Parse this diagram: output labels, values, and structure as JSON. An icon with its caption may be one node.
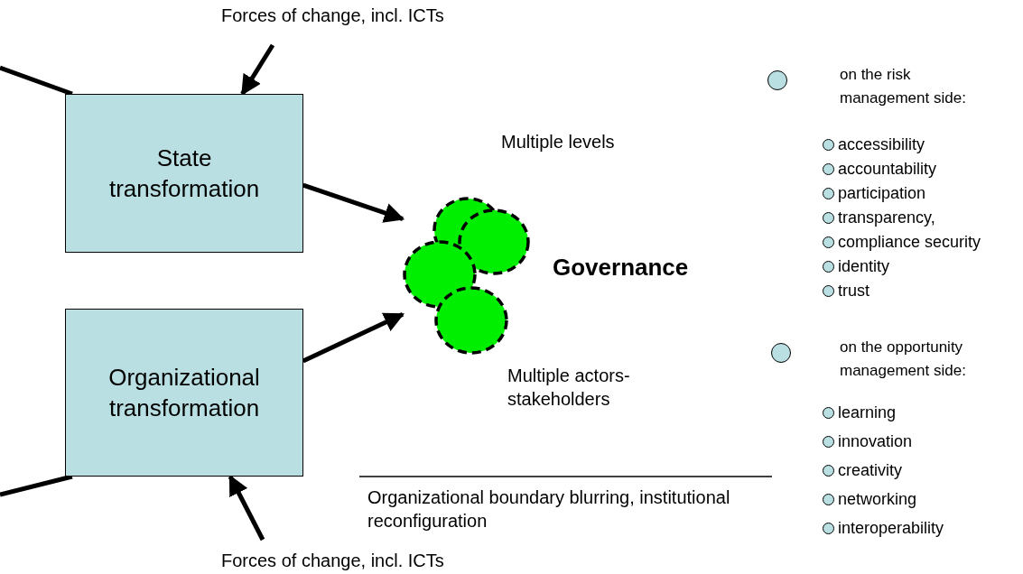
{
  "diagram": {
    "nodes": [
      {
        "text": [
          "State transformation"
        ]
      },
      {
        "text": [
          "Organizational transformation"
        ]
      },
      {
        "text": [],
        "shape": "circle"
      }
    ],
    "edges": [
      {
        "from": null,
        "to": 0,
        "arrow": "to"
      },
      {
        "from": null,
        "to": 0,
        "arrow": "none"
      },
      {
        "from": 0,
        "to": 2,
        "arrow": "to"
      },
      {
        "from": null,
        "to": 1,
        "arrow": "none"
      },
      {
        "from": 1,
        "to": 2,
        "arrow": "to"
      },
      {
        "from": null,
        "to": 1,
        "arrow": "to"
      }
    ],
    "labels": [
      "Forces of change, incl. ICTs",
      "Multiple levels",
      "Governance",
      "Multiple actors- stakeholders",
      "Organizational boundary blurring, institutional reconfiguration",
      "Forces of change, incl. ICTs",
      "on the risk management side:",
      "accessibility",
      "accountability",
      "participation",
      "transparency,",
      "compliance security",
      "identity",
      "trust",
      "on the opportunity management side:",
      "learning",
      "innovation",
      "creativity",
      "networking",
      "interoperability"
    ]
  }
}
